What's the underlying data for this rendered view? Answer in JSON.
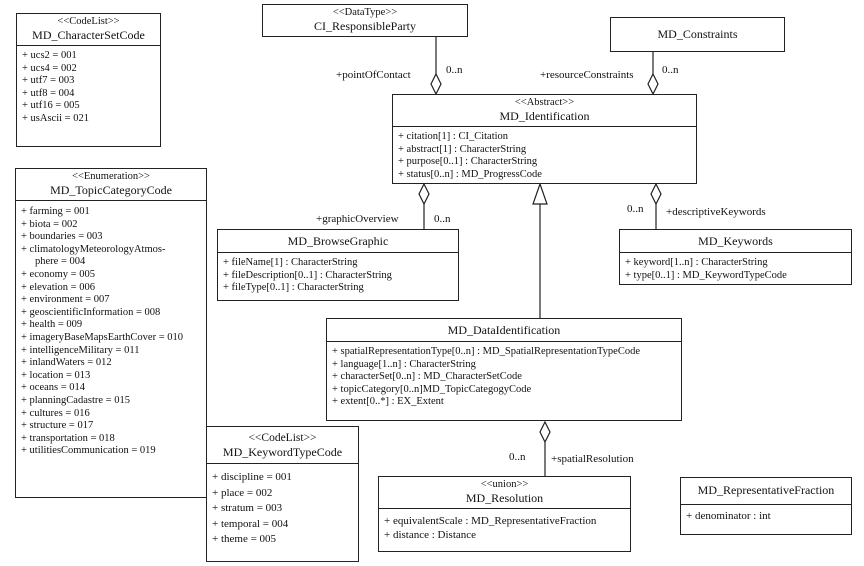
{
  "charset_code": {
    "stereotype": "<<CodeList>>",
    "name": "MD_CharacterSetCode",
    "items": [
      "+ ucs2 = 001",
      "+ ucs4 = 002",
      "+ utf7 = 003",
      "+ utf8 = 004",
      "+ utf16 = 005",
      "+ usAscii = 021"
    ]
  },
  "topic_category": {
    "stereotype": "<<Enumeration>>",
    "name": "MD_TopicCategoryCode",
    "items": [
      "+ farming = 001",
      "+ biota = 002",
      "+ boundaries = 003",
      "+ climatologyMeteorologyAtmos-",
      "phere = 004",
      "+ economy = 005",
      "+ elevation = 006",
      "+ environment = 007",
      "+ geoscientificInformation = 008",
      "+ health = 009",
      "+ imageryBaseMapsEarthCover = 010",
      "+ intelligenceMilitary = 011",
      "+ inlandWaters = 012",
      "+ location = 013",
      "+ oceans = 014",
      "+ planningCadastre = 015",
      "+ cultures = 016",
      "+ structure = 017",
      "+ transportation = 018",
      "+ utilitiesCommunication = 019"
    ]
  },
  "responsible_party": {
    "stereotype": "<<DataType>>",
    "name": "CI_ResponsibleParty"
  },
  "constraints": {
    "name": "MD_Constraints"
  },
  "identification": {
    "stereotype": "<<Abstract>>",
    "name": "MD_Identification",
    "items": [
      "+ citation[1] : CI_Citation",
      "+ abstract[1] : CharacterString",
      "+ purpose[0..1] : CharacterString",
      "+ status[0..n] : MD_ProgressCode"
    ]
  },
  "browse_graphic": {
    "name": "MD_BrowseGraphic",
    "items": [
      "+ fileName[1] : CharacterString",
      "+ fileDescription[0..1] : CharacterString",
      "+ fileType[0..1] : CharacterString"
    ]
  },
  "keywords": {
    "name": "MD_Keywords",
    "items": [
      "+ keyword[1..n] : CharacterString",
      "+ type[0..1] : MD_KeywordTypeCode"
    ]
  },
  "data_identification": {
    "name": "MD_DataIdentification",
    "items": [
      "+ spatialRepresentationType[0..n] : MD_SpatialRepresentationTypeCode",
      "+ language[1..n] : CharacterString",
      "+ characterSet[0..n] : MD_CharacterSetCode",
      "+ topicCategory[0..n]MD_TopicCategogyCode",
      "+ extent[0..*] : EX_Extent"
    ]
  },
  "keyword_type": {
    "stereotype": "<<CodeList>>",
    "name": "MD_KeywordTypeCode",
    "items": [
      "+ discipline = 001",
      "+ place = 002",
      "+ stratum = 003",
      "+ temporal = 004",
      "+ theme = 005"
    ]
  },
  "resolution": {
    "stereotype": "<<union>>",
    "name": "MD_Resolution",
    "items": [
      "+ equivalentScale : MD_RepresentativeFraction",
      "+ distance : Distance"
    ]
  },
  "representative_fraction": {
    "name": "MD_RepresentativeFraction",
    "items": [
      "+ denominator : int"
    ]
  },
  "labels": {
    "point_of_contact": "+pointOfContact",
    "poc_mult": "0..n",
    "resource_constraints": "+resourceConstraints",
    "rc_mult": "0..n",
    "graphic_overview": "+graphicOverview",
    "go_mult": "0..n",
    "descriptive_keywords": "+descriptiveKeywords",
    "dk_mult": "0..n",
    "spatial_resolution": "+spatialResolution",
    "sr_mult": "0..n"
  }
}
